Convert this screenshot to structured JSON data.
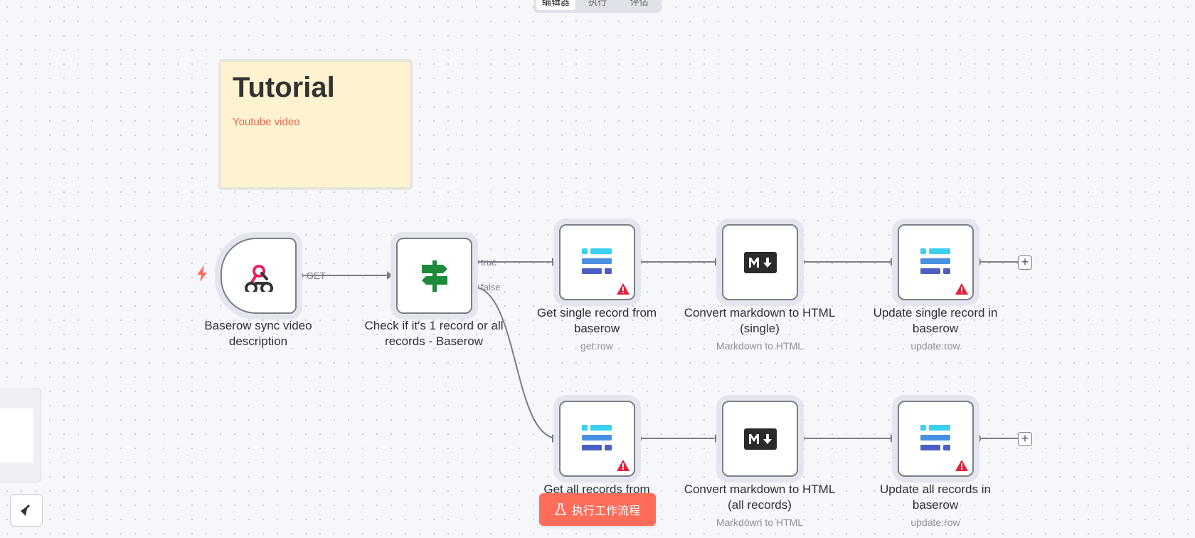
{
  "tabs": [
    "编辑器",
    "执行",
    "评估"
  ],
  "sticky": {
    "title": "Tutorial",
    "link": "Youtube video"
  },
  "nodes": [
    {
      "label": "Baserow sync video description",
      "sub": ""
    },
    {
      "label": "Check if it's 1 record or all records - Baserow",
      "sub": ""
    },
    {
      "label": "Get single record from baserow",
      "sub": "get:row"
    },
    {
      "label": "Convert markdown to HTML (single)",
      "sub": "Markdown to HTML"
    },
    {
      "label": "Update single record in baserow",
      "sub": "update:row"
    },
    {
      "label": "Get all records from",
      "sub": ""
    },
    {
      "label": "Convert markdown to HTML (all records)",
      "sub": "Markdown to HTML"
    },
    {
      "label": "Update all records in baserow",
      "sub": "update:row"
    }
  ],
  "ports": {
    "get": "GET",
    "true": "true",
    "false": "false"
  },
  "run_button": "执行工作流程",
  "icons": [
    "webhook-icon",
    "signpost-icon",
    "baserow-icon",
    "markdown-icon",
    "warning-icon",
    "bolt-icon",
    "broom-icon",
    "flask-icon",
    "plus-icon"
  ],
  "colors": {
    "accent": "#ff6d5a",
    "warning": "#e5213a",
    "baserow_blue": "#4a90e2",
    "sticky_bg": "#fff3cf"
  }
}
